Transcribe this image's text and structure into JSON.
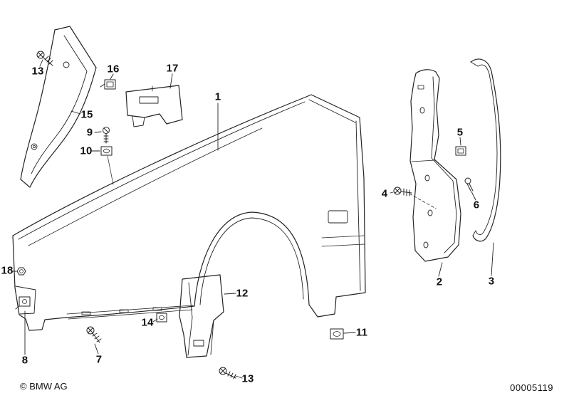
{
  "page": {
    "background": "#ffffff",
    "line_color": "#222222",
    "text_color": "#111111"
  },
  "footer": {
    "copyright": "© BMW AG",
    "document_number": "00005119"
  },
  "callouts": [
    {
      "label": "1"
    },
    {
      "label": "2"
    },
    {
      "label": "3"
    },
    {
      "label": "4"
    },
    {
      "label": "5"
    },
    {
      "label": "6"
    },
    {
      "label": "7"
    },
    {
      "label": "8"
    },
    {
      "label": "9"
    },
    {
      "label": "10"
    },
    {
      "label": "11"
    },
    {
      "label": "12"
    },
    {
      "label": "13"
    },
    {
      "label": "13"
    },
    {
      "label": "14"
    },
    {
      "label": "15"
    },
    {
      "label": "16"
    },
    {
      "label": "17"
    },
    {
      "label": "18"
    }
  ]
}
